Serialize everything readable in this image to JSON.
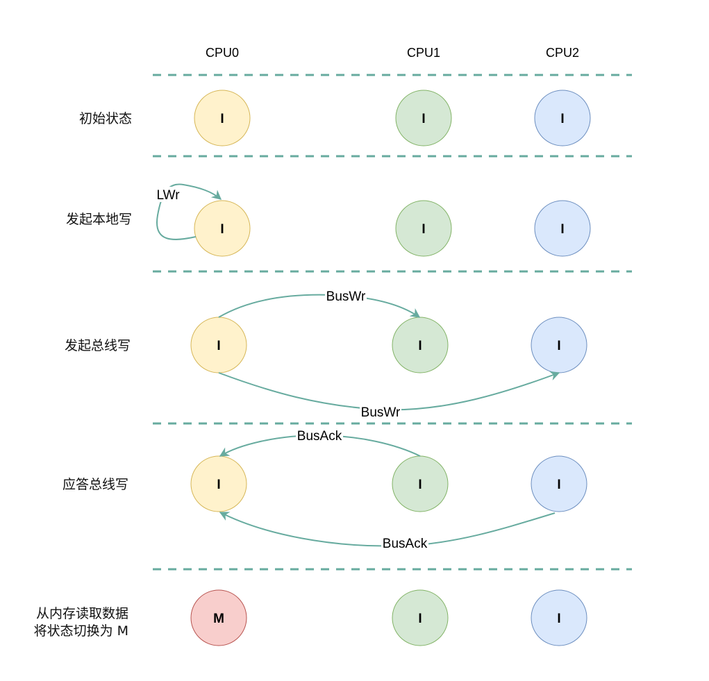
{
  "diagram": {
    "columns": [
      "CPU0",
      "CPU1",
      "CPU2"
    ],
    "colors": {
      "divider": "#67AB9F",
      "edge": "#67AB9F",
      "cpu0_fill": "#FFF2CC",
      "cpu0_stroke": "#D6B656",
      "cpu1_fill": "#D5E8D4",
      "cpu1_stroke": "#82B366",
      "cpu2_fill": "#DAE8FC",
      "cpu2_stroke": "#6C8EBF",
      "modified_fill": "#F8CECC",
      "modified_stroke": "#B85450"
    },
    "rows": [
      {
        "label_lines": [
          "初始状态"
        ],
        "states": [
          "I",
          "I",
          "I"
        ]
      },
      {
        "label_lines": [
          "发起本地写"
        ],
        "states": [
          "I",
          "I",
          "I"
        ]
      },
      {
        "label_lines": [
          "发起总线写"
        ],
        "states": [
          "I",
          "I",
          "I"
        ]
      },
      {
        "label_lines": [
          "应答总线写"
        ],
        "states": [
          "I",
          "I",
          "I"
        ]
      },
      {
        "label_lines": [
          "从内存读取数据",
          "将状态切换为 M"
        ],
        "states": [
          "M",
          "I",
          "I"
        ]
      }
    ],
    "edges": [
      {
        "row": 1,
        "from": "CPU0",
        "to": "CPU0",
        "label": "LWr"
      },
      {
        "row": 2,
        "from": "CPU0",
        "to": "CPU1",
        "label": "BusWr"
      },
      {
        "row": 2,
        "from": "CPU0",
        "to": "CPU2",
        "label": "BusWr"
      },
      {
        "row": 3,
        "from": "CPU1",
        "to": "CPU0",
        "label": "BusAck"
      },
      {
        "row": 3,
        "from": "CPU2",
        "to": "CPU0",
        "label": "BusAck"
      }
    ]
  }
}
